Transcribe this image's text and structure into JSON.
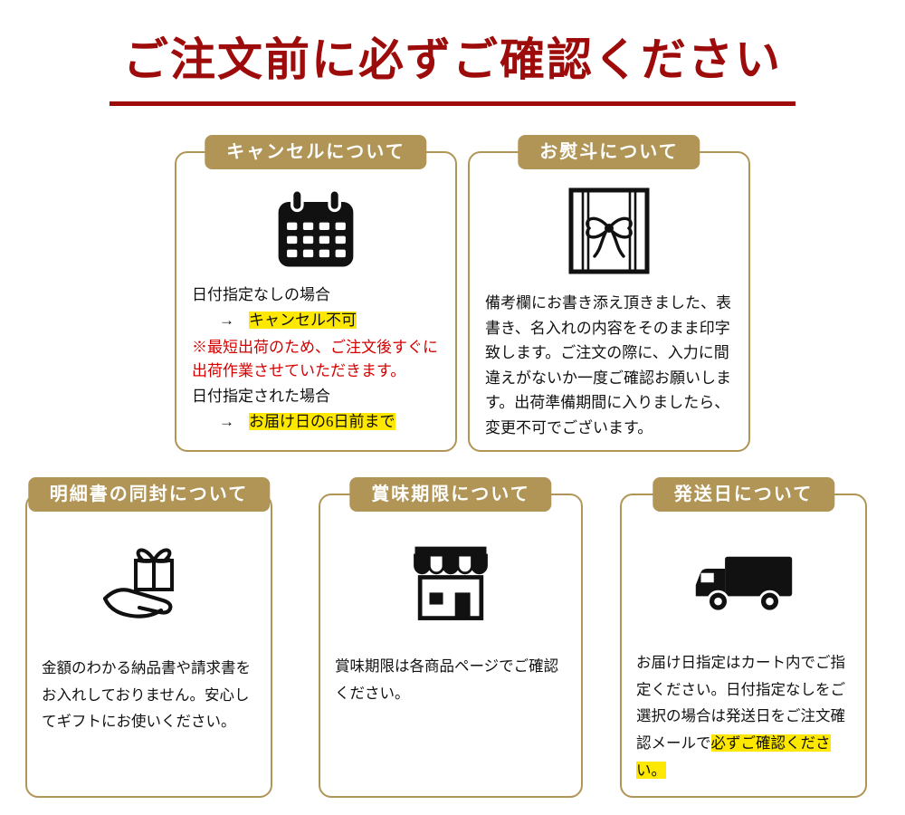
{
  "title": "ご注文前に必ずご確認ください",
  "colors": {
    "title_red": "#9d0b0b",
    "gold": "#b09556",
    "highlight_yellow": "#ffe800",
    "warning_red": "#d40000",
    "icon_black": "#111111"
  },
  "boxes": {
    "cancel": {
      "badge": "キャンセルについて",
      "icon": "calendar-icon",
      "case1": "日付指定なしの場合",
      "arrow": "→",
      "case1_result": "キャンセル不可",
      "note": "※最短出荷のため、ご注文後すぐに出荷作業させていただきます。",
      "case2": "日付指定された場合",
      "case2_result": "お届け日の6日前まで"
    },
    "noshi": {
      "badge": "お熨斗について",
      "icon": "noshi-gift-icon",
      "body": "備考欄にお書き添え頂きました、表書き、名入れの内容をそのまま印字致します。ご注文の際に、入力に間違えがないか一度ご確認お願いします。出荷準備期間に入りましたら、変更不可でございます。"
    },
    "invoice": {
      "badge": "明細書の同封について",
      "icon": "gift-hand-icon",
      "body": "金額のわかる納品書や請求書をお入れしておりません。安心してギフトにお使いください。"
    },
    "expiry": {
      "badge": "賞味期限について",
      "icon": "storefront-icon",
      "body": "賞味期限は各商品ページでご確認ください。"
    },
    "shipping": {
      "badge": "発送日について",
      "icon": "truck-icon",
      "body_normal": "お届け日指定はカート内でご指定ください。日付指定なしをご選択の場合は発送日をご注文確認メールで",
      "body_highlight": "必ずご確認ください。"
    }
  }
}
